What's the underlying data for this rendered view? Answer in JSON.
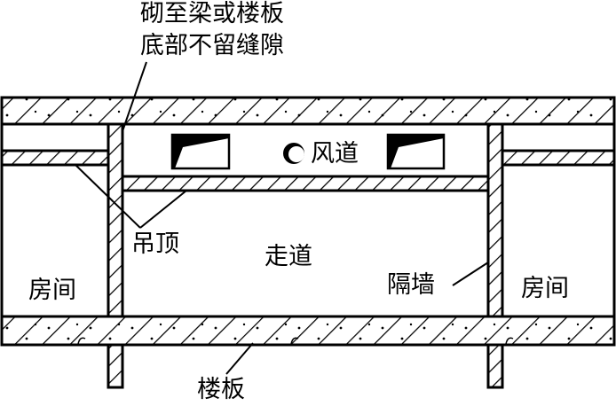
{
  "labels": {
    "note_line1": "砌至梁或楼板",
    "note_line2": "底部不留缝隙",
    "duct": "风道",
    "ceiling": "吊顶",
    "corridor": "走道",
    "room_left": "房间",
    "room_right": "房间",
    "partition": "隔墙",
    "floor_slab": "楼板"
  }
}
